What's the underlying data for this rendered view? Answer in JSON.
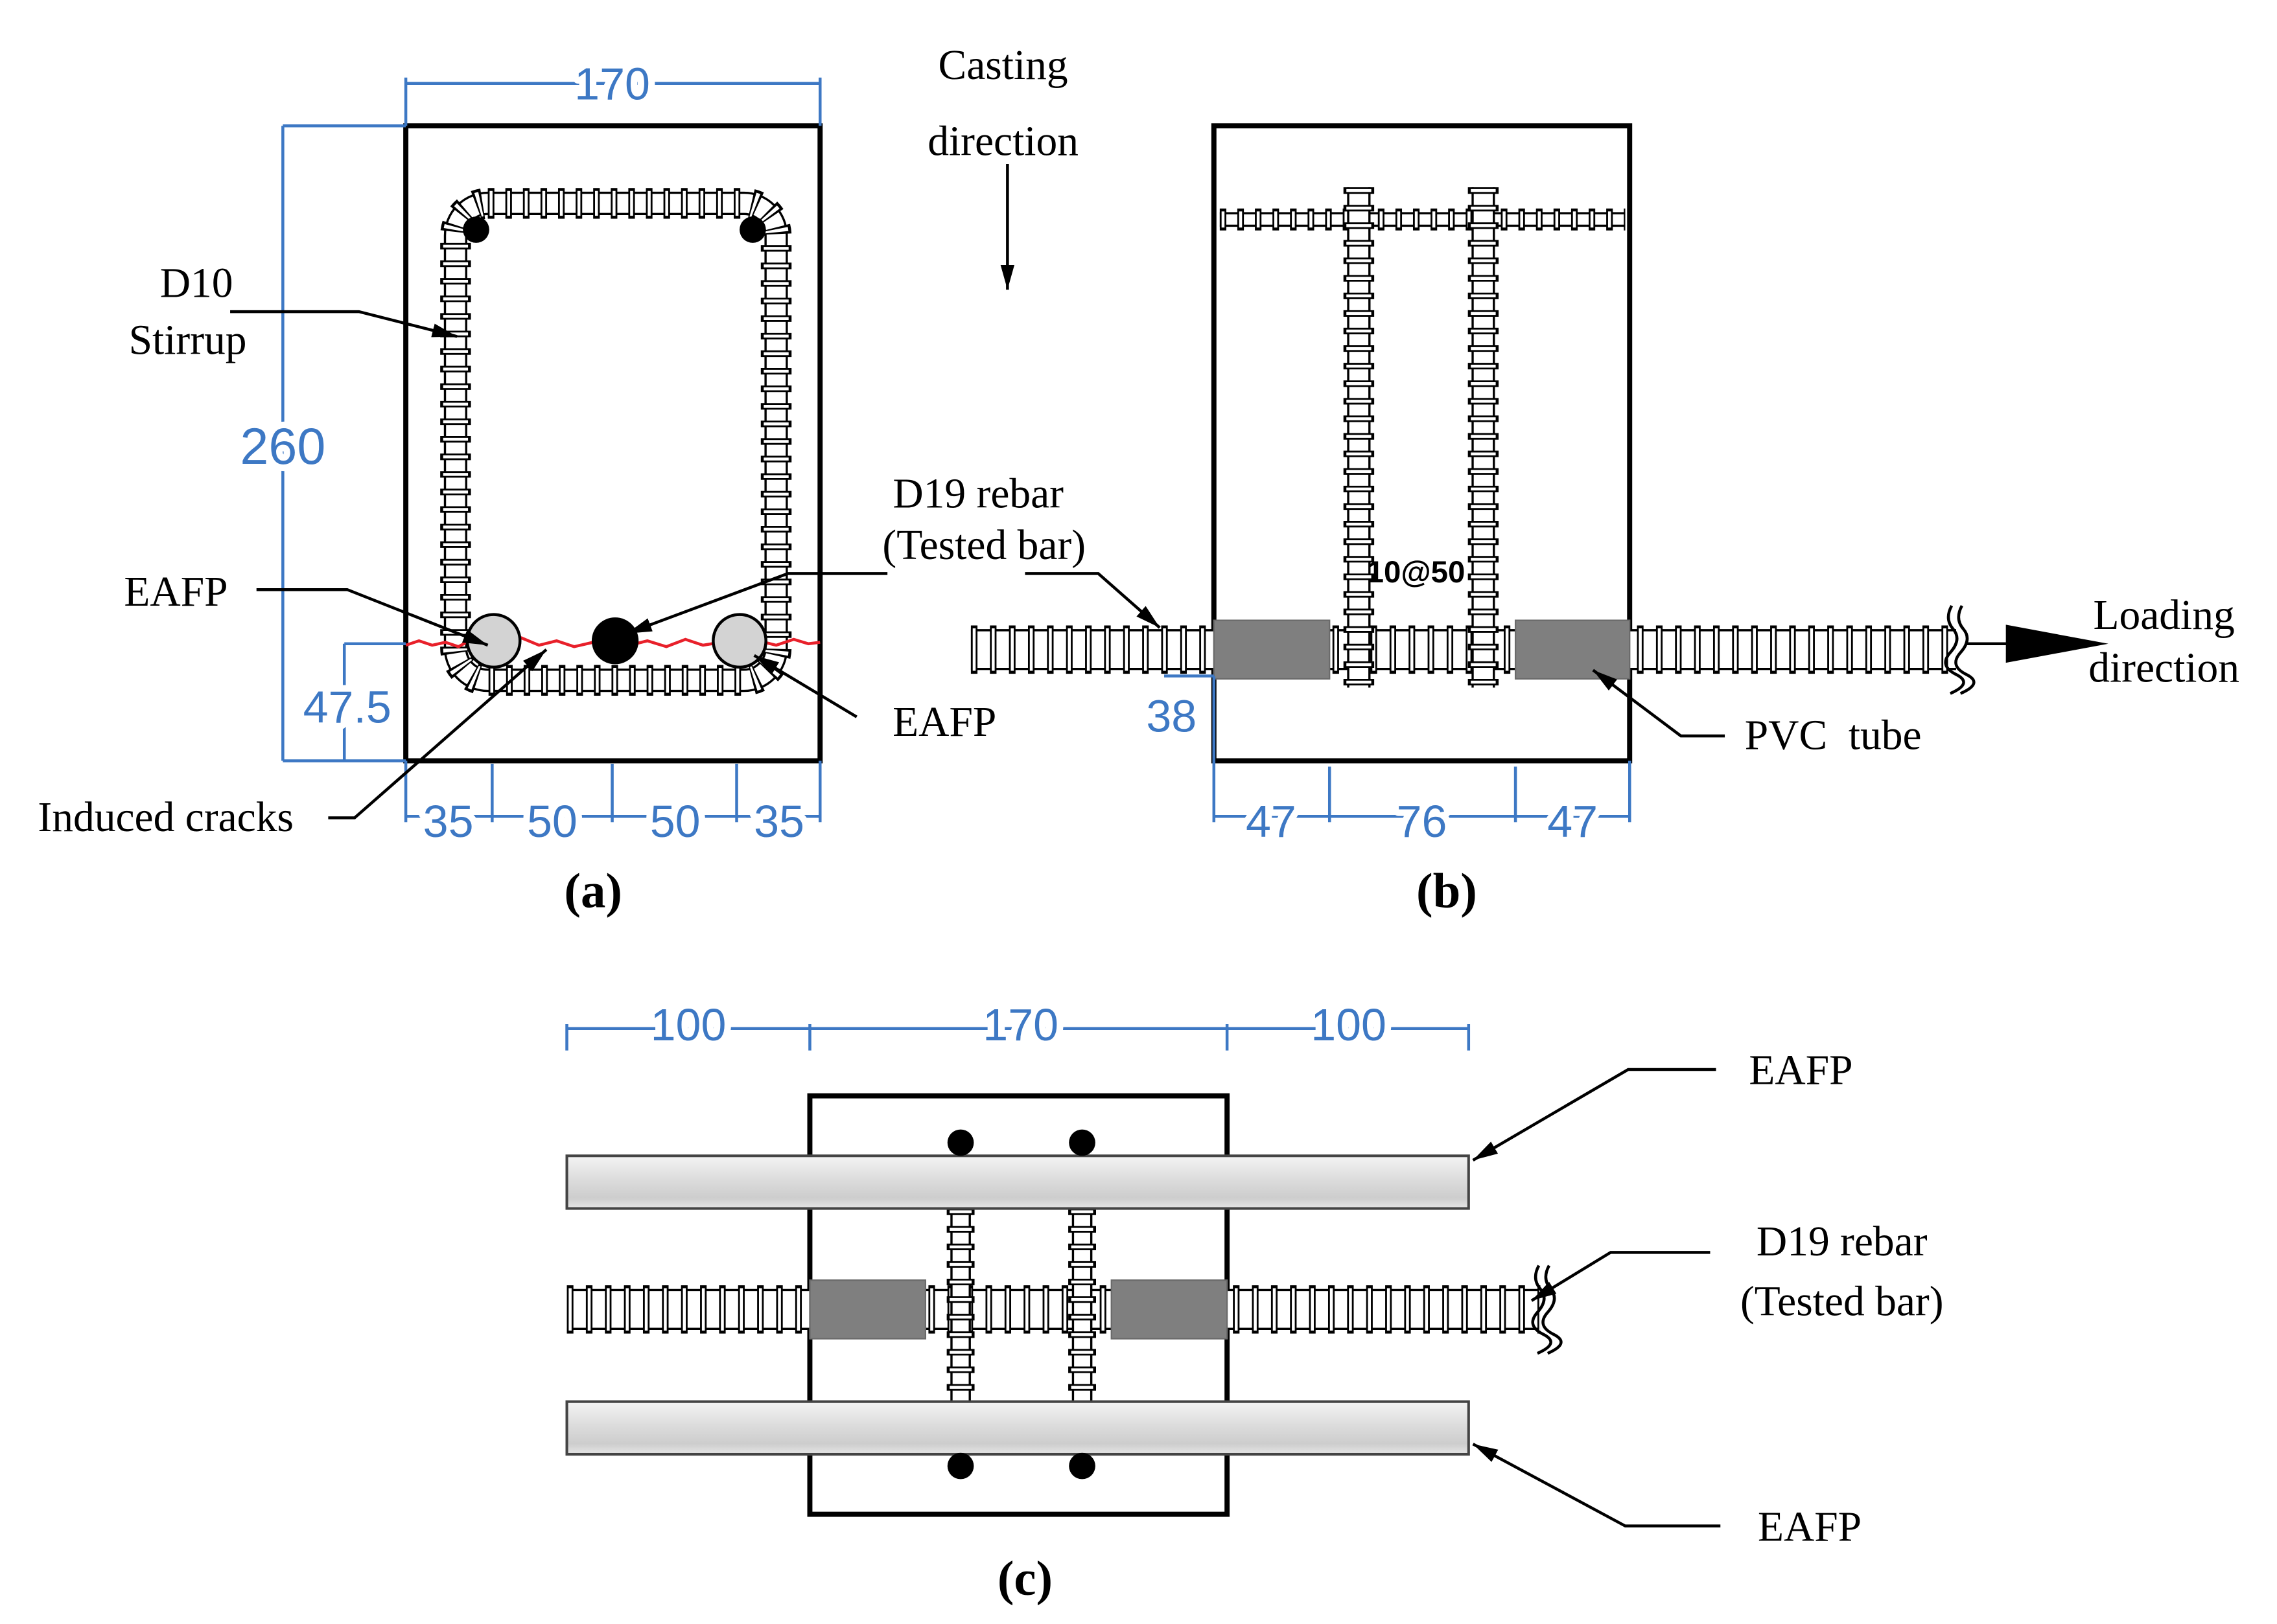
{
  "colors": {
    "dimension": "#3d78c4",
    "crack": "#e8202a",
    "pvc": "#7f7f7f",
    "eafp": "#d3d3d3",
    "outline": "#000000"
  },
  "casting": {
    "line1": "Casting",
    "line2": "direction"
  },
  "panel_a": {
    "label": "(a)",
    "dims": {
      "width": "170",
      "height": "260",
      "cover": "47.5",
      "bottom": [
        "35",
        "50",
        "50",
        "35"
      ]
    },
    "stirrup_label": {
      "line1": "D10",
      "line2": "Stirrup"
    },
    "eafp_left": "EAFP",
    "eafp_right": "EAFP",
    "rebar_label": {
      "line1": "D19 rebar",
      "line2": "(Tested bar)"
    },
    "cracks_label": "Induced cracks"
  },
  "panel_b": {
    "label": "(b)",
    "stirrup_spacing": "10@50",
    "dims": {
      "cover": "38",
      "bottom": [
        "47",
        "76",
        "47"
      ]
    },
    "loading": {
      "line1": "Loading",
      "line2": "direction"
    },
    "pvc_label": "PVC  tube"
  },
  "panel_c": {
    "label": "(c)",
    "dims": [
      "100",
      "170",
      "100"
    ],
    "eafp_top": "EAFP",
    "rebar_label": {
      "line1": "D19 rebar",
      "line2": "(Tested bar)"
    },
    "eafp_bottom": "EAFP"
  }
}
